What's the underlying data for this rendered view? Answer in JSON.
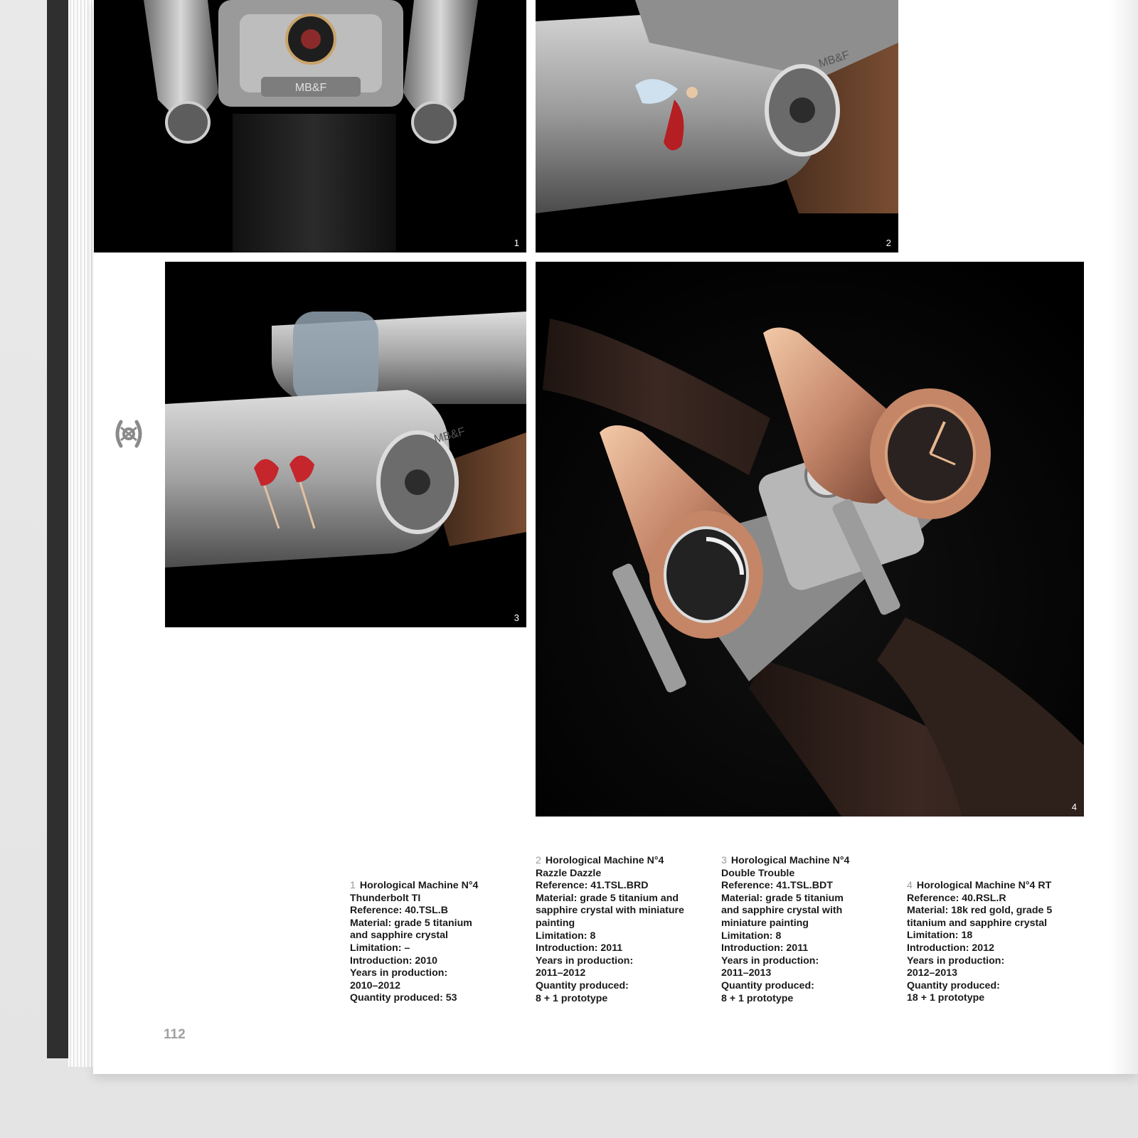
{
  "page": {
    "number": "112"
  },
  "photos": [
    {
      "num": "1",
      "alt": "Horological Machine N°4 Thunderbolt TI"
    },
    {
      "num": "2",
      "alt": "Horological Machine N°4 Razzle Dazzle"
    },
    {
      "num": "3",
      "alt": "Horological Machine N°4 Double Trouble"
    },
    {
      "num": "4",
      "alt": "Horological Machine N°4 RT"
    }
  ],
  "captions": [
    {
      "num": "1",
      "title": "Horological Machine N°4",
      "lines": [
        "Thunderbolt TI",
        "Reference: 40.TSL.B",
        "Material: grade 5 titanium",
        "and sapphire crystal",
        "Limitation: –",
        "Introduction: 2010",
        "Years in production:",
        "2010–2012",
        "Quantity produced: 53"
      ]
    },
    {
      "num": "2",
      "title": "Horological Machine N°4",
      "lines": [
        "Razzle Dazzle",
        "Reference: 41.TSL.BRD",
        "Material: grade 5 titanium and",
        "sapphire crystal with miniature",
        "painting",
        "Limitation: 8",
        "Introduction: 2011",
        "Years in production:",
        "2011–2012",
        "Quantity produced:",
        "8 + 1 prototype"
      ]
    },
    {
      "num": "3",
      "title": "Horological Machine N°4",
      "lines": [
        "Double Trouble",
        "Reference: 41.TSL.BDT",
        "Material: grade 5 titanium",
        "and sapphire crystal with",
        "miniature painting",
        "Limitation: 8",
        "Introduction: 2011",
        "Years in production:",
        "2011–2013",
        "Quantity produced:",
        "8 + 1 prototype"
      ]
    },
    {
      "num": "4",
      "title": "Horological Machine N°4 RT",
      "lines": [
        "Reference: 40.RSL.R",
        "Material: 18k red gold, grade 5",
        "titanium and sapphire crystal",
        "Limitation: 18",
        "Introduction: 2012",
        "Years in production:",
        "2012–2013",
        "Quantity produced:",
        "18 + 1 prototype"
      ]
    }
  ],
  "colors": {
    "photo_bg": "#000000",
    "caption_text": "#1a1a1a",
    "caption_number": "#9a9a9a",
    "page_number": "#a0a0a0"
  },
  "icons": {
    "emblem": "mbf-battle-axe-emblem-icon"
  }
}
